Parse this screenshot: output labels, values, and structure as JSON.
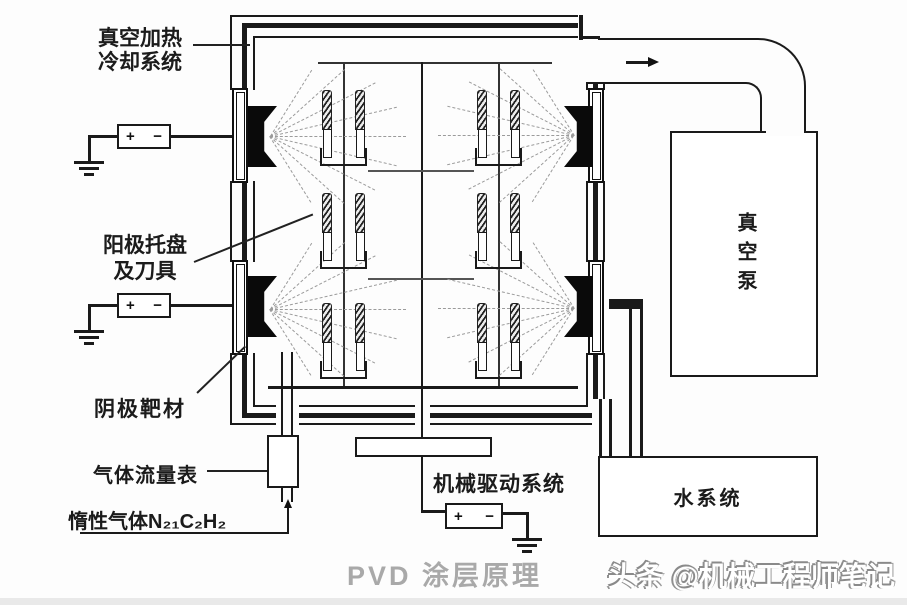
{
  "title": "PVD 涂层原理",
  "watermark": "头条 @机械工程师笔记",
  "labels": {
    "vacuum_heating_line1": "真空加热",
    "vacuum_heating_line2": "冷却系统",
    "anode_tray_line1": "阳极托盘",
    "anode_tray_line2": "及刀具",
    "cathode_target": "阴极靶材",
    "gas_flow_meter": "气体流量表",
    "inert_gas": "惰性气体N₂₁C₂H₂",
    "mechanical_drive": "机械驱动系统",
    "vacuum_pump": "真空泵",
    "water_system": "水系统"
  },
  "symbols": {
    "plus": "+",
    "minus": "−"
  },
  "icons": {
    "flow_direction_arrow": "right-arrow",
    "gas_inlet_arrow": "up-arrow",
    "ground_symbol": "earth-ground"
  },
  "colors": {
    "line": "#1a1a1a",
    "spray": "#9b9b9b",
    "title_gray": "#a9a9a9",
    "watermark_fill": "#ffffff",
    "watermark_shadow": "#8a8a8a",
    "background": "#fdfdfd"
  }
}
